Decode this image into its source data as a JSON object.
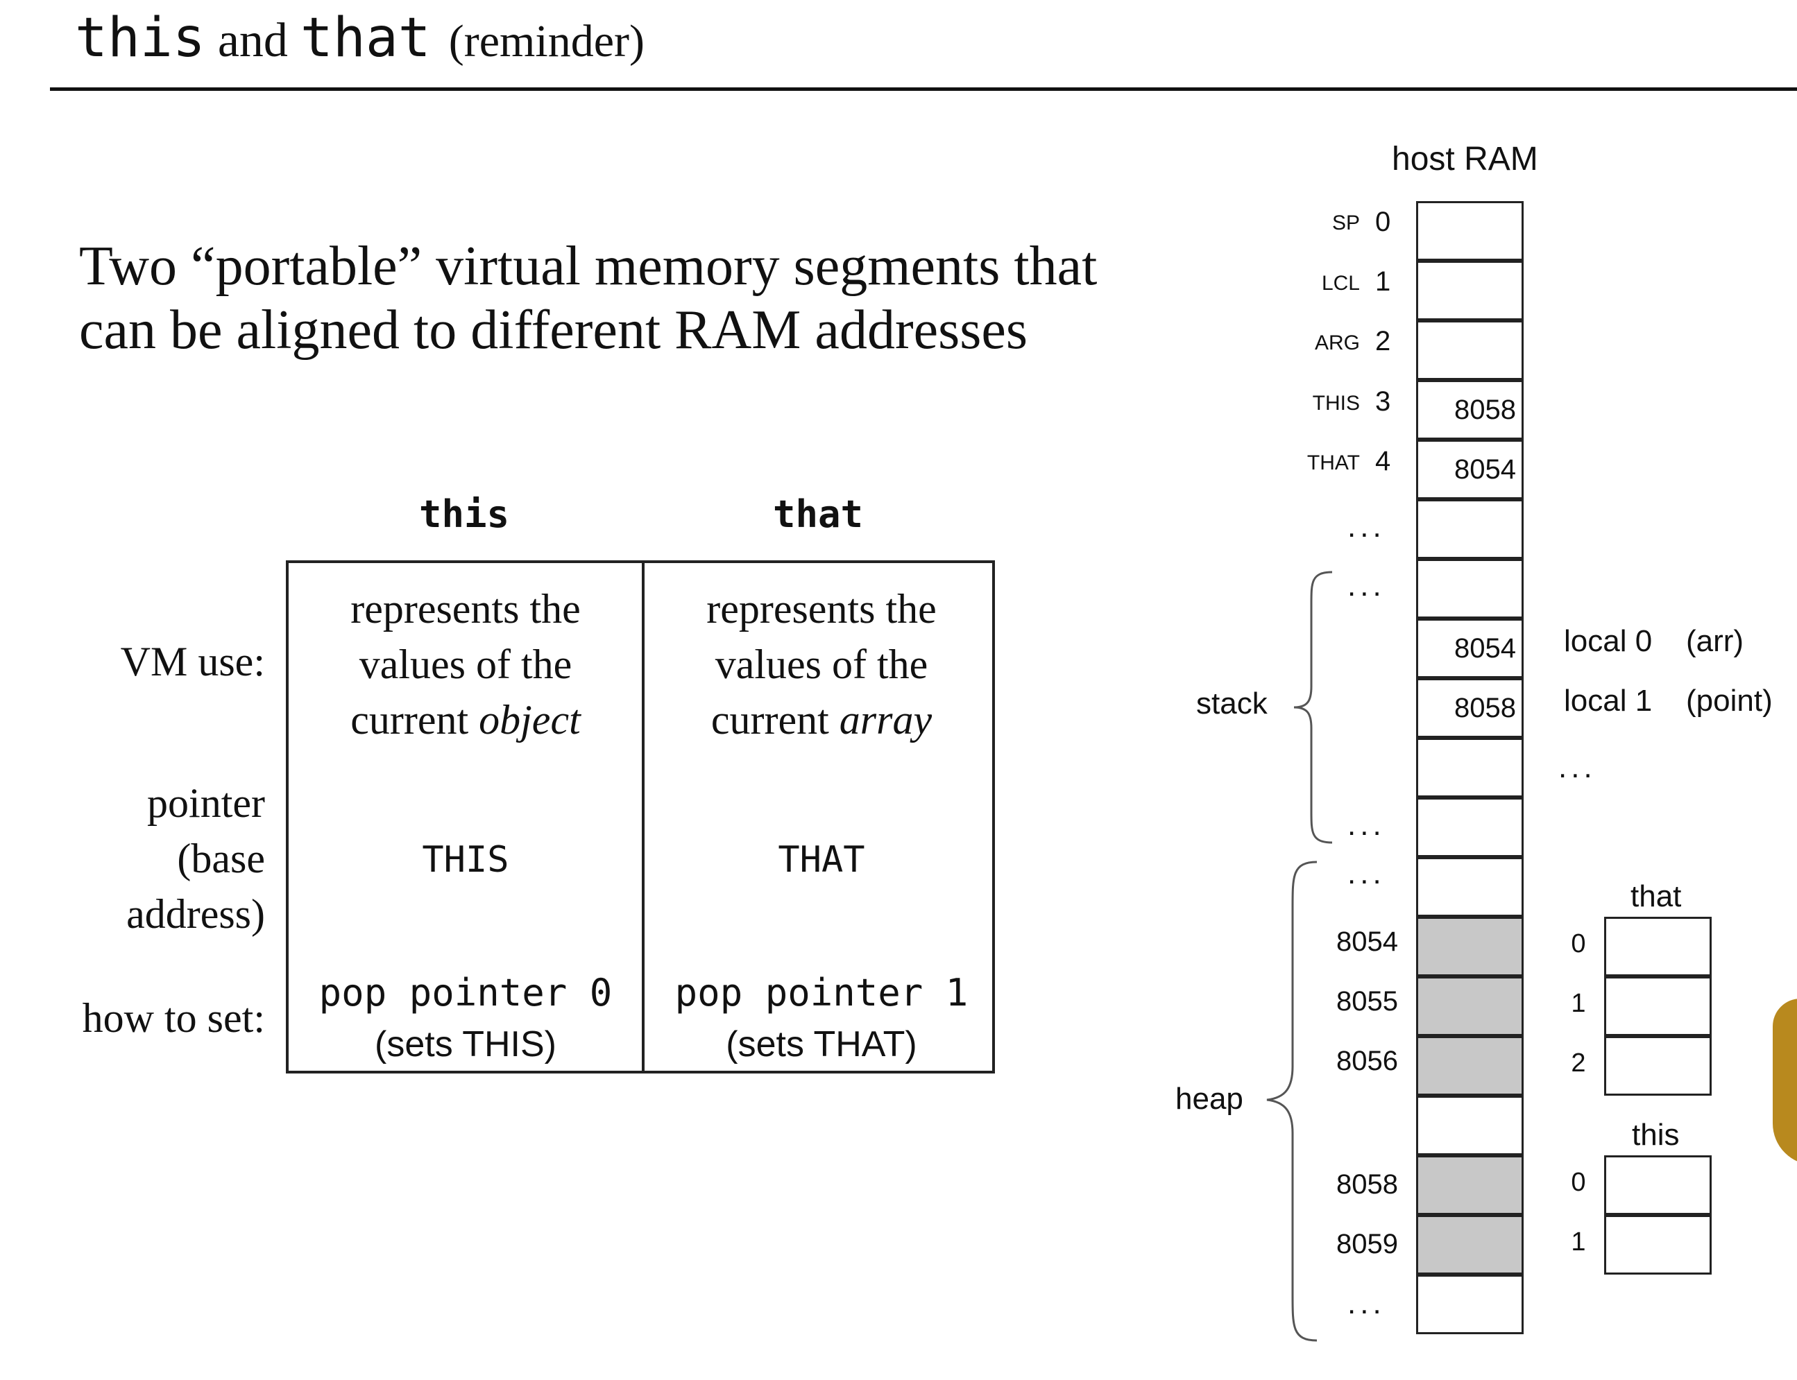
{
  "title": {
    "code1": "this",
    "and": "and",
    "code2": "that",
    "suffix": "(reminder)"
  },
  "subtitle": {
    "line1": "Two “portable” virtual memory segments that",
    "line2": "can be aligned to different RAM addresses"
  },
  "table": {
    "columns": [
      {
        "header": "this",
        "use_line1": "represents the",
        "use_line2": "values of the",
        "use_line3a": "current ",
        "use_line3b": "object",
        "pointer": "THIS",
        "command": "pop pointer 0",
        "sets": "(sets THIS)"
      },
      {
        "header": "that",
        "use_line1": "represents the",
        "use_line2": "values of the",
        "use_line3a": "current ",
        "use_line3b": "array",
        "pointer": "THAT",
        "command": "pop pointer 1",
        "sets": "(sets THAT)"
      }
    ],
    "row_labels": {
      "use": "VM use:",
      "pointer_l1": "pointer",
      "pointer_l2": "(base",
      "pointer_l3": "address)",
      "how": "how to set:"
    }
  },
  "ram": {
    "title": "host RAM",
    "registers": [
      {
        "name": "SP",
        "addr": "0",
        "value": ""
      },
      {
        "name": "LCL",
        "addr": "1",
        "value": ""
      },
      {
        "name": "ARG",
        "addr": "2",
        "value": ""
      },
      {
        "name": "THIS",
        "addr": "3",
        "value": "8058"
      },
      {
        "name": "THAT",
        "addr": "4",
        "value": "8054"
      }
    ],
    "dots": "...",
    "stack_label": "stack",
    "heap_label": "heap",
    "stack_cells": [
      {
        "value": "8054",
        "annotation_a": "local 0",
        "annotation_b": "(arr)"
      },
      {
        "value": "8058",
        "annotation_a": "local 1",
        "annotation_b": "(point)"
      }
    ],
    "heap_addrs": [
      "8054",
      "8055",
      "8056",
      "8058",
      "8059"
    ],
    "that_label": "that",
    "that_indices": [
      "0",
      "1",
      "2"
    ],
    "this_label": "this",
    "this_indices": [
      "0",
      "1"
    ]
  }
}
